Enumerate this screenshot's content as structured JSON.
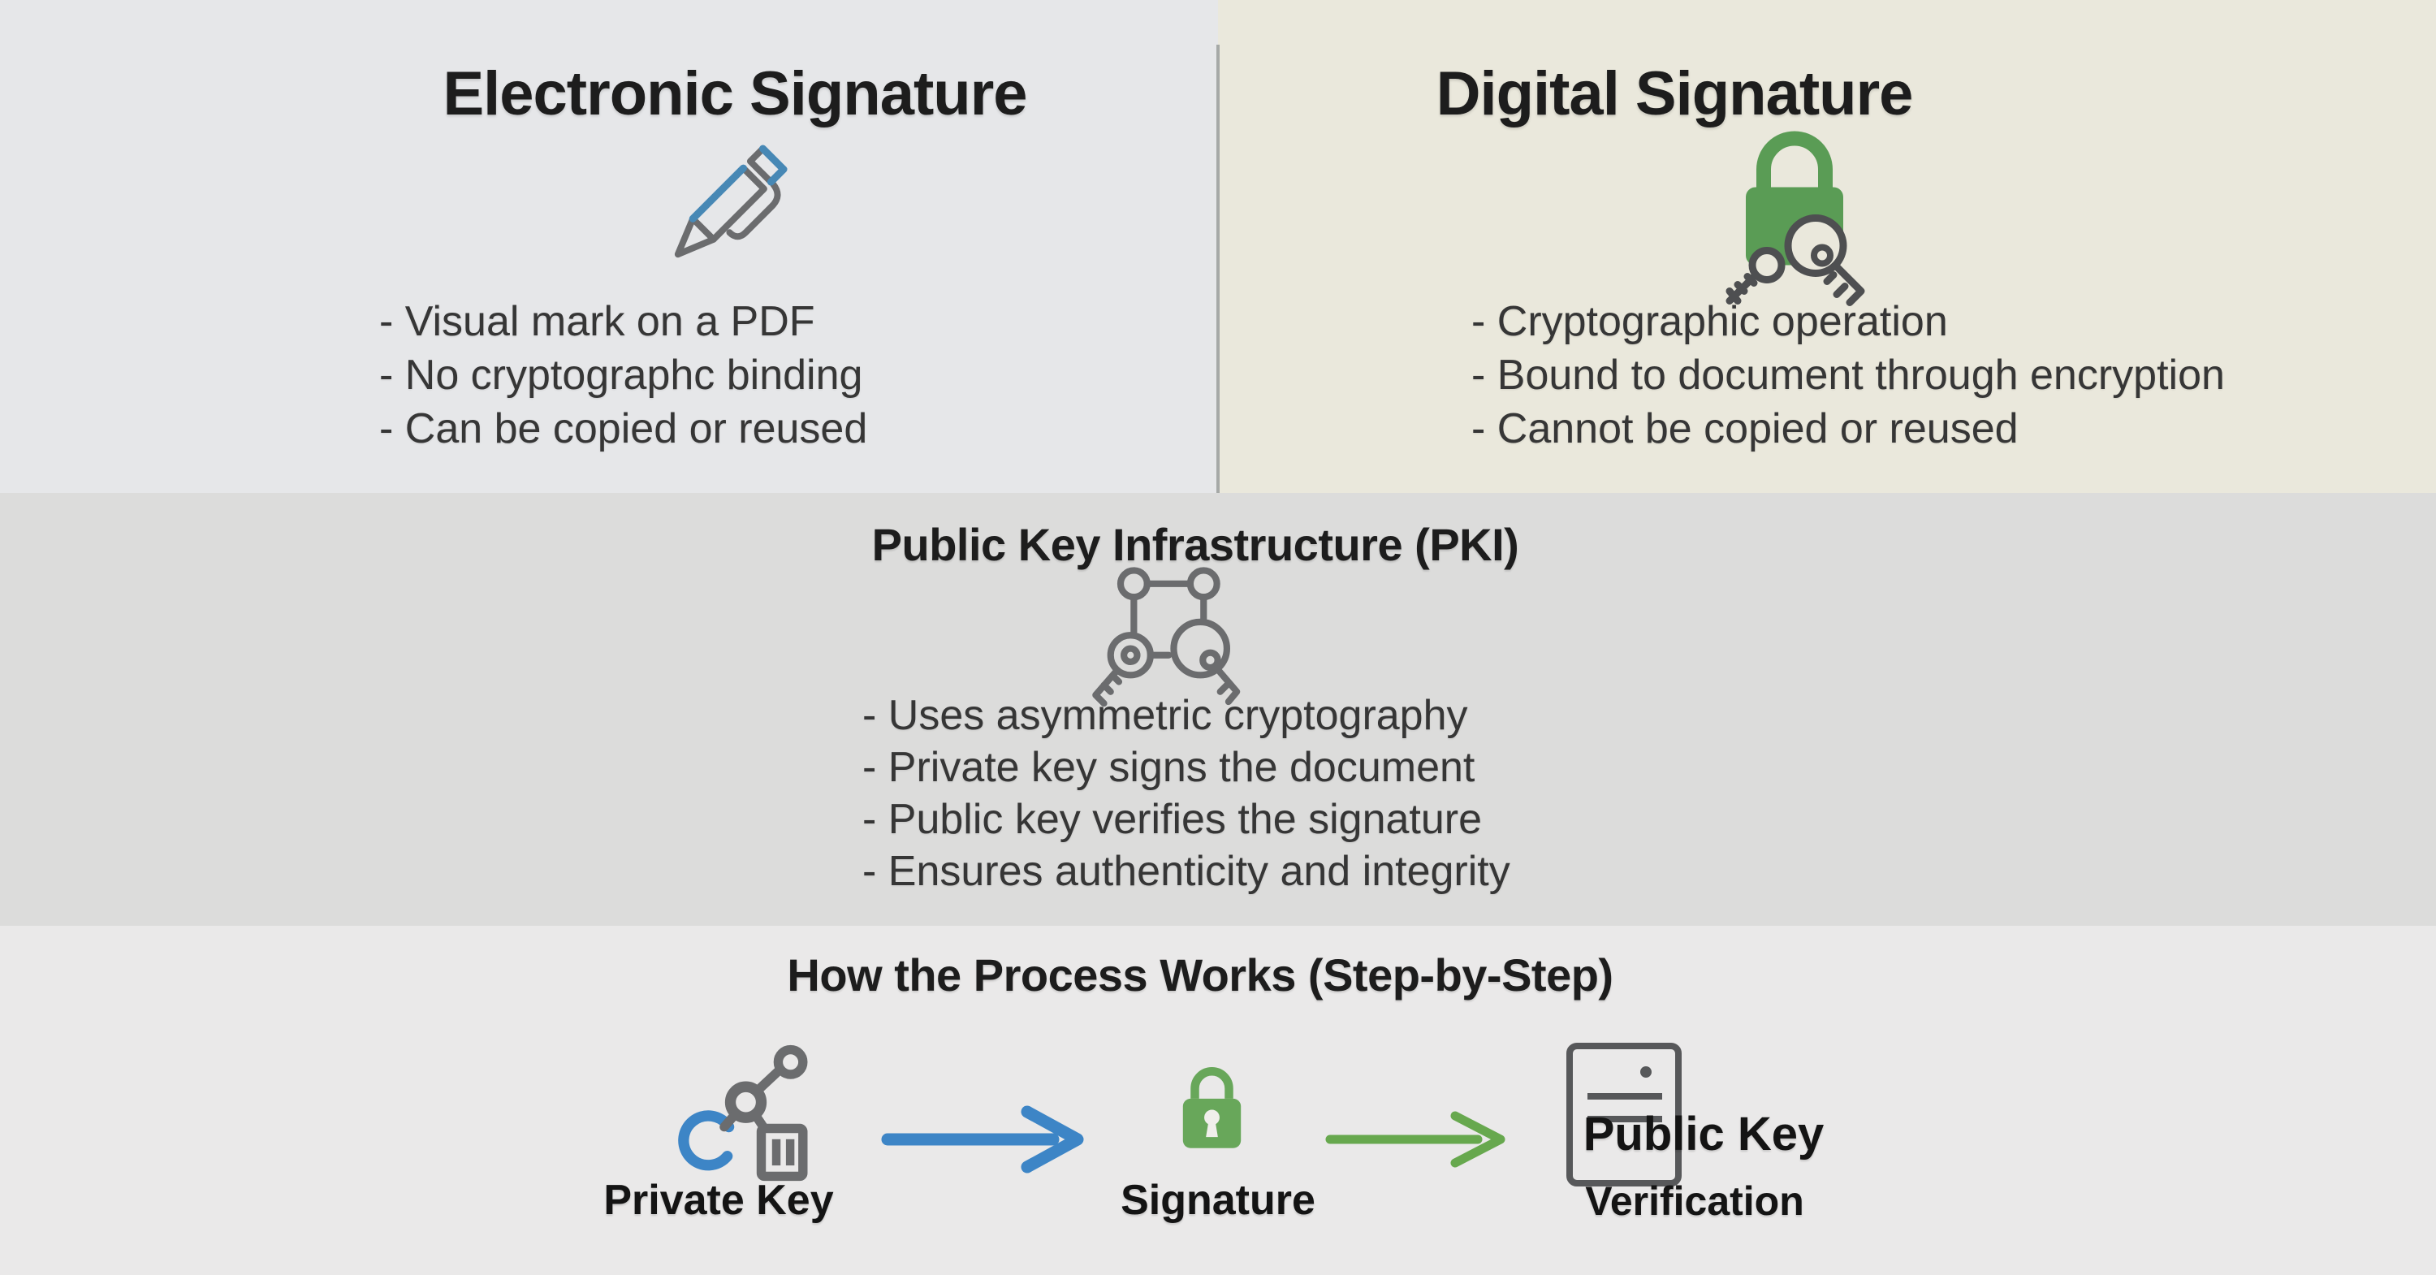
{
  "sections": {
    "electronic": {
      "title": "Electronic Signature",
      "icon": "pen-icon",
      "bullets": [
        "- Visual mark on a PDF",
        "- No cryptographc binding",
        "- Can be copied or reused"
      ]
    },
    "digital": {
      "title": "Digital Signature",
      "icon": "padlock-with-keys-icon",
      "bullets": [
        "- Cryptographic operation",
        "- Bound to document through encryption",
        "- Cannot be copied or reused"
      ]
    },
    "pki": {
      "title": "Public Key Infrastructure (PKI)",
      "icon": "key-network-icon",
      "bullets": [
        "- Uses asymmetric cryptography",
        "- Private key signs the document",
        "- Public key verifies the signature",
        "- Ensures authenticity and integrity"
      ]
    },
    "process": {
      "title": "How the Process Works (Step-by-Step)",
      "steps": {
        "private_key_label": "Private Key",
        "signature_label": "Signature",
        "verification_label_line1": "Public Key",
        "verification_label_line2": "Verification"
      },
      "icons": [
        "private-key-icon",
        "blue-arrow-icon",
        "padlock-icon",
        "green-arrow-icon",
        "document-icon"
      ]
    }
  },
  "colors": {
    "panel_left_bg": "#e6e7e9",
    "panel_right_bg": "#eae8dc",
    "band_middle_bg": "#dcdcdb",
    "band_bottom_bg": "#eae9e9",
    "divider": "#a6a9a7",
    "title_text": "#1d1d1d",
    "bullet_text": "#363636",
    "accent_blue": "#3d85c6",
    "pen_blue": "#4788b5",
    "lock_green": "#5a9c55",
    "lock_green_bottom": "#68a75a",
    "arrow_green": "#67a84e",
    "icon_gray": "#6b6c6e",
    "key_outline": "#4e4f51",
    "doc_gray": "#57585a"
  }
}
